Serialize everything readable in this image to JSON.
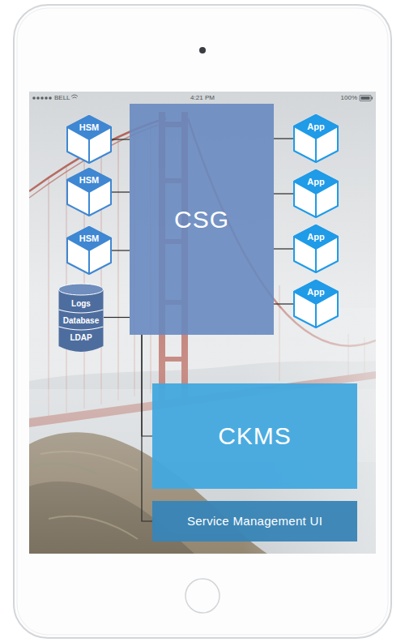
{
  "diagram": {
    "nodes": [
      {
        "text": [
          "CSG"
        ]
      },
      {
        "text": [
          "HSM"
        ]
      },
      {
        "text": [
          "HSM"
        ]
      },
      {
        "text": [
          "HSM"
        ]
      },
      {
        "text": [
          "Logs",
          "Database",
          "LDAP"
        ]
      },
      {
        "text": [
          "App"
        ]
      },
      {
        "text": [
          "App"
        ]
      },
      {
        "text": [
          "App"
        ]
      },
      {
        "text": [
          "App"
        ]
      },
      {
        "text": [
          "CKMS"
        ]
      },
      {
        "text": [
          "Service Management UI"
        ]
      }
    ],
    "edges": [
      {
        "from": 1,
        "to": 0,
        "arrow": "none"
      },
      {
        "from": 2,
        "to": 0,
        "arrow": "none"
      },
      {
        "from": 3,
        "to": 0,
        "arrow": "none"
      },
      {
        "from": 4,
        "to": 0,
        "arrow": "none"
      },
      {
        "from": 0,
        "to": 5,
        "arrow": "none"
      },
      {
        "from": 0,
        "to": 6,
        "arrow": "none"
      },
      {
        "from": 0,
        "to": 7,
        "arrow": "none"
      },
      {
        "from": 0,
        "to": 8,
        "arrow": "none"
      },
      {
        "from": 0,
        "to": 9,
        "arrow": "none"
      },
      {
        "from": 0,
        "to": 10,
        "arrow": "none"
      }
    ],
    "labels": [
      "BELL",
      "4:21 PM",
      "100%"
    ]
  }
}
